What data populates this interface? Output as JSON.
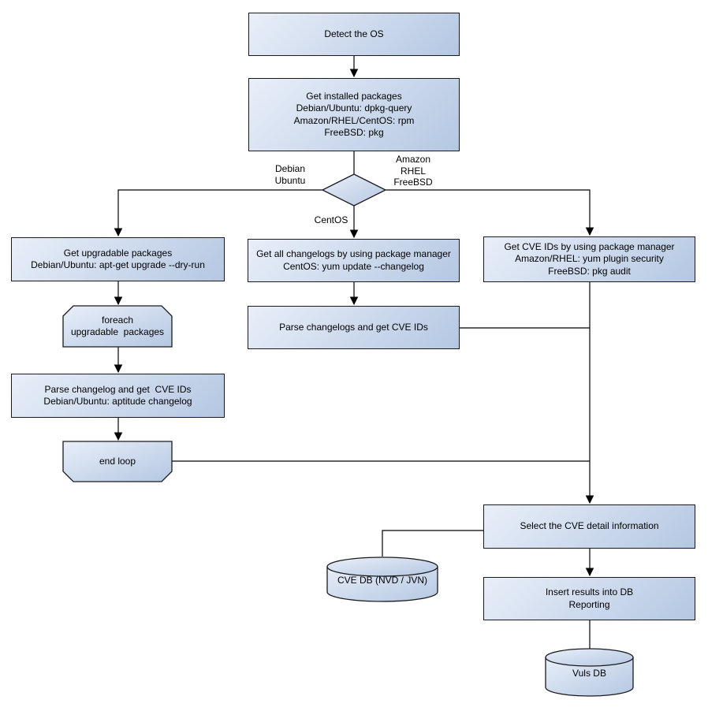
{
  "nodes": {
    "detect_os": {
      "label": "Detect the OS"
    },
    "get_installed_packages": {
      "label": "Get installed packages\nDebian/Ubuntu: dpkg-query\nAmazon/RHEL/CentOS: rpm\nFreeBSD: pkg"
    },
    "get_upgradable_packages": {
      "label": "Get upgradable packages\nDebian/Ubuntu: apt-get upgrade --dry-run"
    },
    "foreach_loop_start": {
      "label": "foreach\nupgradable  packages"
    },
    "parse_changelog_left": {
      "label": "Parse changelog and get  CVE IDs\nDebian/Ubuntu: aptitude changelog"
    },
    "end_loop": {
      "label": "end loop"
    },
    "get_all_changelogs": {
      "label": "Get all changelogs by using package manager\nCentOS: yum update --changelog"
    },
    "parse_changelogs_middle": {
      "label": "Parse changelogs and get CVE IDs"
    },
    "get_cve_ids_by_pkg_manager": {
      "label": "Get CVE IDs by using package manager\nAmazon/RHEL: yum plugin security\nFreeBSD: pkg audit"
    },
    "select_cve_detail": {
      "label": "Select the CVE detail information"
    },
    "cve_db": {
      "label": "CVE DB (NVD / JVN)"
    },
    "insert_results": {
      "label": "Insert results into DB\nReporting"
    },
    "vuls_db": {
      "label": "Vuls DB"
    }
  },
  "edge_labels": {
    "debian_ubuntu": "Debian\nUbuntu",
    "amazon_rhel_freebsd": "Amazon\nRHEL\nFreeBSD",
    "centos": "CentOS"
  },
  "colors": {
    "node_fill_light": "#e9eff9",
    "node_fill_dark": "#b4c7e2",
    "node_border": "#1a1a1a",
    "connector": "#000000",
    "background": "#ffffff"
  }
}
